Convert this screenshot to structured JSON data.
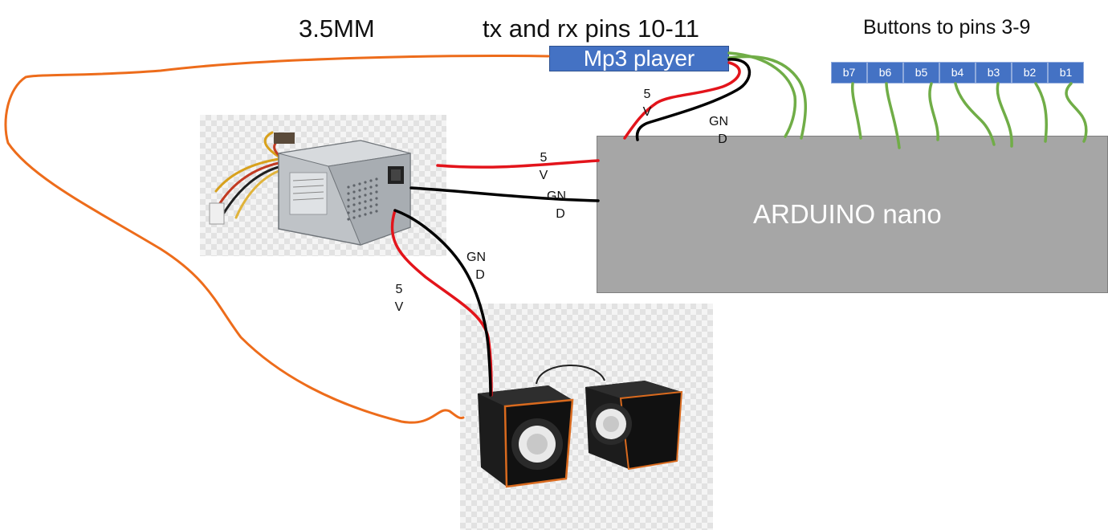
{
  "headers": {
    "audio_jack": "3.5MM",
    "serial_pins": "tx and rx pins 10-11",
    "buttons": "Buttons to pins 3-9"
  },
  "mp3_player": {
    "label": "Mp3 player"
  },
  "arduino": {
    "label": "ARDUINO nano"
  },
  "buttons": [
    "b7",
    "b6",
    "b5",
    "b4",
    "b3",
    "b2",
    "b1"
  ],
  "wire_labels": {
    "mp3_5v": [
      "5",
      "V"
    ],
    "mp3_gnd": [
      "GN",
      "D"
    ],
    "psu_arduino_5v": [
      "5",
      "V"
    ],
    "psu_arduino_gnd": [
      "GN",
      "D"
    ],
    "psu_speaker_gnd": [
      "GN",
      "D"
    ],
    "psu_speaker_5v": [
      "5",
      "V"
    ]
  },
  "colors": {
    "wire_5v": "#e3141b",
    "wire_gnd": "#000000",
    "wire_signal": "#70ad47",
    "wire_audio": "#ed6c1b",
    "module_blue": "#4472c4",
    "arduino_gray": "#a6a6a6"
  },
  "images": {
    "power_supply": "power-supply-unit",
    "speakers": "usb-speaker-pair"
  }
}
